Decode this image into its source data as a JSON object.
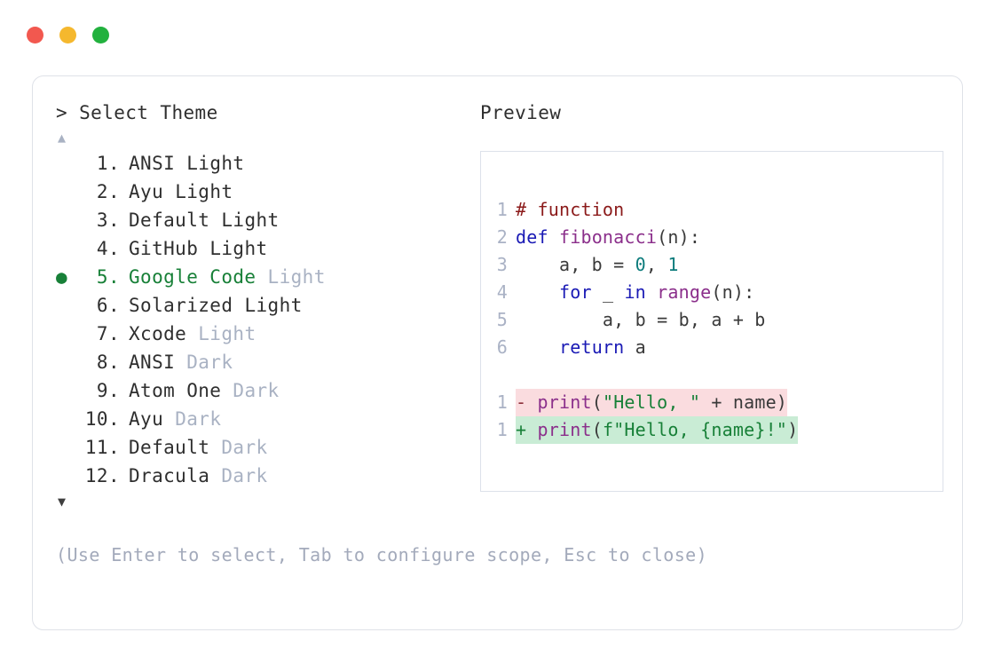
{
  "window": {
    "buttons": [
      {
        "name": "close",
        "color": "#f2584f"
      },
      {
        "name": "minimize",
        "color": "#f5b82e"
      },
      {
        "name": "maximize",
        "color": "#22b13e"
      }
    ]
  },
  "left": {
    "prompt_symbol": ">",
    "prompt_title": "Select Theme",
    "scroll_up_glyph": "▲",
    "scroll_down_glyph": "▼",
    "selected_bullet": "●",
    "selected_index": 5,
    "accent_color": "#188038",
    "muted_color": "#a9b2c3",
    "items": [
      {
        "index": "1.",
        "name": "ANSI",
        "variant": "Light",
        "variant_muted": false,
        "selected": false
      },
      {
        "index": "2.",
        "name": "Ayu",
        "variant": "Light",
        "variant_muted": false,
        "selected": false
      },
      {
        "index": "3.",
        "name": "Default",
        "variant": "Light",
        "variant_muted": false,
        "selected": false
      },
      {
        "index": "4.",
        "name": "GitHub",
        "variant": "Light",
        "variant_muted": false,
        "selected": false
      },
      {
        "index": "5.",
        "name": "Google Code",
        "variant": "Light",
        "variant_muted": true,
        "selected": true
      },
      {
        "index": "6.",
        "name": "Solarized",
        "variant": "Light",
        "variant_muted": false,
        "selected": false
      },
      {
        "index": "7.",
        "name": "Xcode",
        "variant": "Light",
        "variant_muted": true,
        "selected": false
      },
      {
        "index": "8.",
        "name": "ANSI",
        "variant": "Dark",
        "variant_muted": true,
        "selected": false
      },
      {
        "index": "9.",
        "name": "Atom One",
        "variant": "Dark",
        "variant_muted": true,
        "selected": false
      },
      {
        "index": "10.",
        "name": "Ayu",
        "variant": "Dark",
        "variant_muted": true,
        "selected": false
      },
      {
        "index": "11.",
        "name": "Default",
        "variant": "Dark",
        "variant_muted": true,
        "selected": false
      },
      {
        "index": "12.",
        "name": "Dracula",
        "variant": "Dark",
        "variant_muted": true,
        "selected": false
      }
    ],
    "hint": "(Use Enter to select, Tab to configure scope, Esc to close)"
  },
  "right": {
    "preview_label": "Preview",
    "code_lines": [
      {
        "ln": "1",
        "tokens": [
          {
            "t": "# function",
            "c": "comment"
          }
        ]
      },
      {
        "ln": "2",
        "tokens": [
          {
            "t": "def ",
            "c": "kw"
          },
          {
            "t": "fibonacci",
            "c": "fn"
          },
          {
            "t": "(n):",
            "c": "plain"
          }
        ]
      },
      {
        "ln": "3",
        "tokens": [
          {
            "t": "    a, b = ",
            "c": "plain"
          },
          {
            "t": "0",
            "c": "num"
          },
          {
            "t": ", ",
            "c": "plain"
          },
          {
            "t": "1",
            "c": "num"
          }
        ]
      },
      {
        "ln": "4",
        "tokens": [
          {
            "t": "    ",
            "c": "plain"
          },
          {
            "t": "for",
            "c": "kw"
          },
          {
            "t": " _ ",
            "c": "plain"
          },
          {
            "t": "in",
            "c": "kw"
          },
          {
            "t": " ",
            "c": "plain"
          },
          {
            "t": "range",
            "c": "fn"
          },
          {
            "t": "(n):",
            "c": "plain"
          }
        ]
      },
      {
        "ln": "5",
        "tokens": [
          {
            "t": "        a, b = b, a + b",
            "c": "plain"
          }
        ]
      },
      {
        "ln": "6",
        "tokens": [
          {
            "t": "    ",
            "c": "plain"
          },
          {
            "t": "return",
            "c": "kw"
          },
          {
            "t": " a",
            "c": "plain"
          }
        ]
      }
    ],
    "diff_lines": [
      {
        "ln": "1",
        "kind": "del",
        "background": "#fadcdf",
        "tokens": [
          {
            "t": "- ",
            "c": "mark-del"
          },
          {
            "t": "print",
            "c": "fn"
          },
          {
            "t": "(",
            "c": "plain"
          },
          {
            "t": "\"Hello, \"",
            "c": "str"
          },
          {
            "t": " + name)",
            "c": "plain"
          }
        ]
      },
      {
        "ln": "1",
        "kind": "ins",
        "background": "#c9ecd5",
        "tokens": [
          {
            "t": "+ ",
            "c": "mark-ins"
          },
          {
            "t": "print",
            "c": "fn"
          },
          {
            "t": "(",
            "c": "plain"
          },
          {
            "t": "f\"Hello, {name}!\"",
            "c": "str"
          },
          {
            "t": ")",
            "c": "plain"
          }
        ]
      }
    ]
  }
}
